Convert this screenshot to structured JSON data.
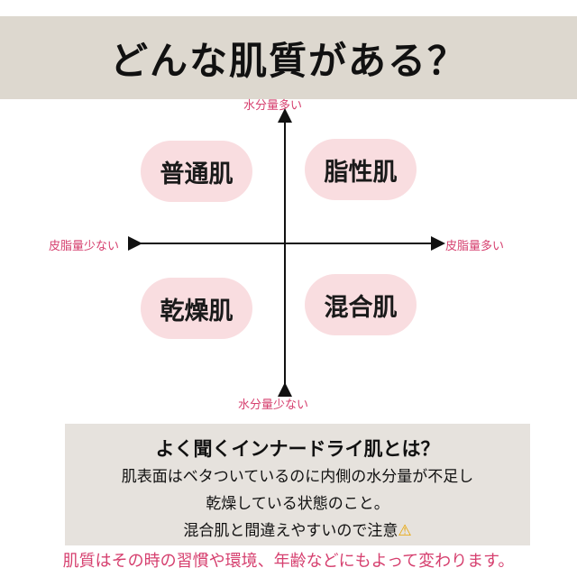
{
  "title": "どんな肌質がある？",
  "axes": {
    "top": "水分量多い",
    "bottom": "水分量少ない",
    "left": "皮脂量少ない",
    "right": "皮脂量多い"
  },
  "quadrants": {
    "top_left": "普通肌",
    "top_right": "脂性肌",
    "bottom_left": "乾燥肌",
    "bottom_right": "混合肌"
  },
  "info": {
    "title": "よく聞くインナードライ肌とは？",
    "line1": "肌表面はベタついているのに内側の水分量が不足し",
    "line2": "乾燥している状態のこと。",
    "line3": "混合肌と間違えやすいので注意",
    "warning_icon": "warning-icon"
  },
  "note": "肌質はその時の習慣や環境、年齢などにもよって変わります。",
  "colors": {
    "accent": "#d6406f",
    "pill": "#f9dde0",
    "band": "#ddd8cf"
  }
}
